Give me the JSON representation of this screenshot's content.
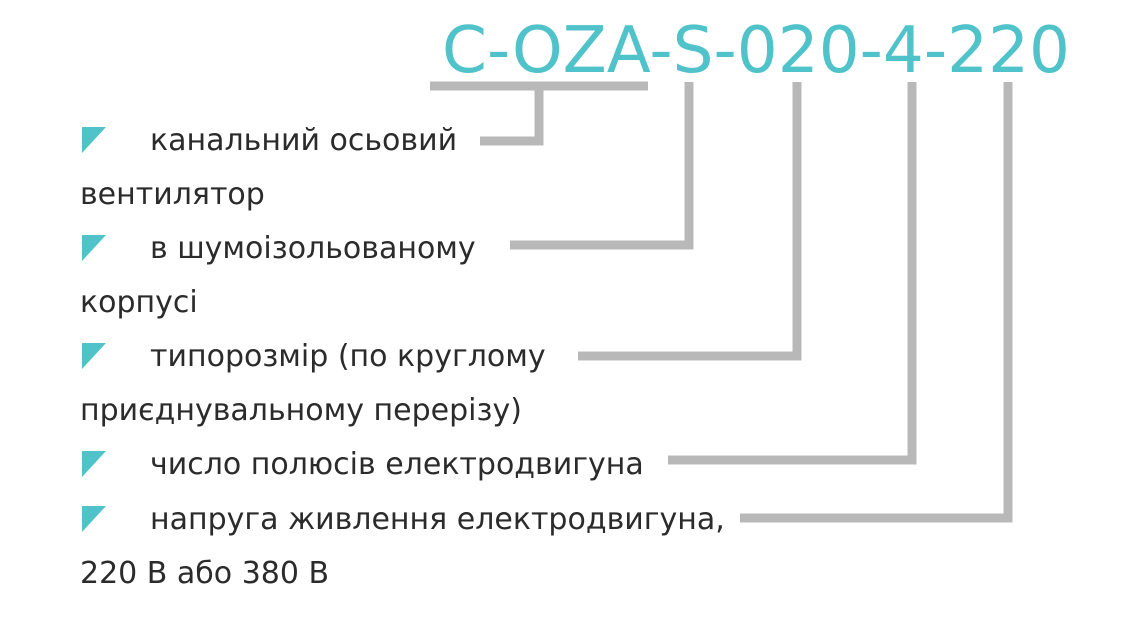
{
  "model_code": "C-OZA-S-020-4-220",
  "accent_color": "#4fc3c9",
  "connector_color": "#b8b8b8",
  "marker_icon": "triangle-bullet",
  "items": [
    {
      "line1": "канальний осьовий",
      "line2": "вентилятор"
    },
    {
      "line1": "в шумоізольованому",
      "line2": "корпусі"
    },
    {
      "line1": "типорозмір (по круглому",
      "line2": "приєднувальному перерізу)"
    },
    {
      "line1": "число полюсів електродвигуна",
      "line2": ""
    },
    {
      "line1": "напруга живлення електродвигуна,",
      "line2": "220 В або 380 В"
    }
  ]
}
